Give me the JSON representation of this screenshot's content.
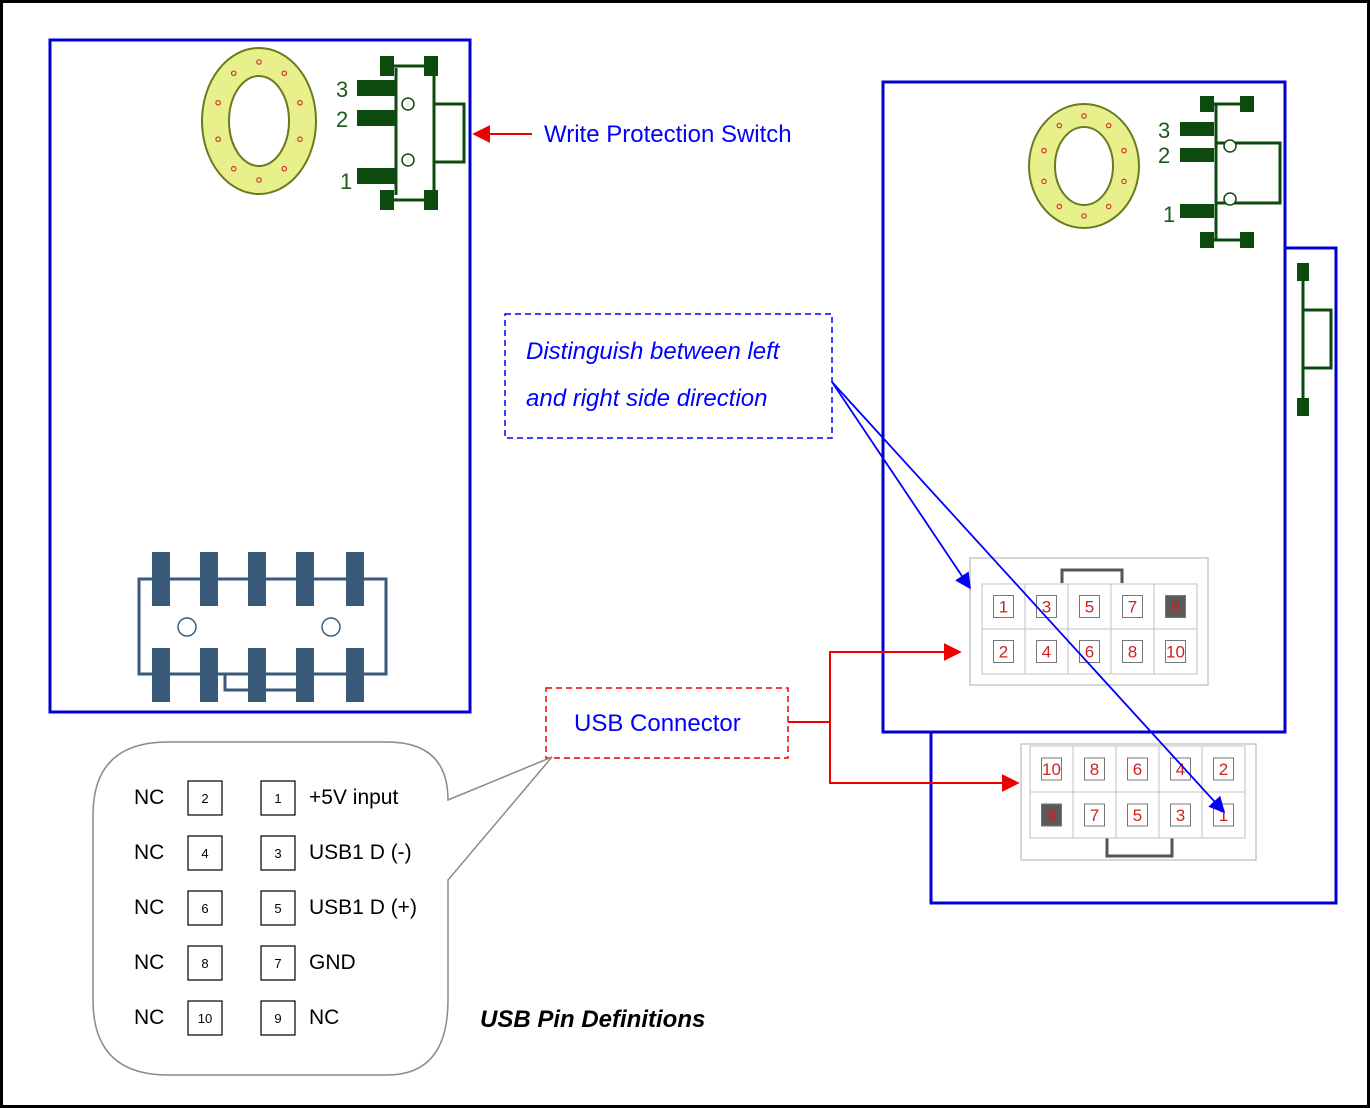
{
  "labels": {
    "write_protection": "Write Protection Switch",
    "direction_line1": "Distinguish between left",
    "direction_line2": "and right side direction",
    "usb_connector": "USB Connector",
    "pin_definitions_title": "USB Pin Definitions"
  },
  "switch_pin_numbers": [
    "3",
    "2",
    "1"
  ],
  "pin_definitions": [
    {
      "left_label": "NC",
      "left_pin": "2",
      "right_pin": "1",
      "right_label": "+5V input"
    },
    {
      "left_label": "NC",
      "left_pin": "4",
      "right_pin": "3",
      "right_label": "USB1 D (-)"
    },
    {
      "left_label": "NC",
      "left_pin": "6",
      "right_pin": "5",
      "right_label": "USB1 D (+)"
    },
    {
      "left_label": "NC",
      "left_pin": "8",
      "right_pin": "7",
      "right_label": "GND"
    },
    {
      "left_label": "NC",
      "left_pin": "10",
      "right_pin": "9",
      "right_label": "NC"
    }
  ],
  "connector_top": {
    "row1": [
      "1",
      "3",
      "5",
      "7",
      "9"
    ],
    "row2": [
      "2",
      "4",
      "6",
      "8",
      "10"
    ],
    "key_pin": "9"
  },
  "connector_bottom": {
    "row1": [
      "10",
      "8",
      "6",
      "4",
      "2"
    ],
    "row2": [
      "9",
      "7",
      "5",
      "3",
      "1"
    ],
    "key_pin": "9"
  },
  "colors": {
    "board_outline": "#0000cc",
    "switch_green": "#0d4a0d",
    "ring_yellow": "#e7f08a",
    "ring_dot": "#d33333",
    "arrow_red": "#ee0000",
    "arrow_blue": "#0000ff",
    "header_pad": "#3a5a7a"
  }
}
